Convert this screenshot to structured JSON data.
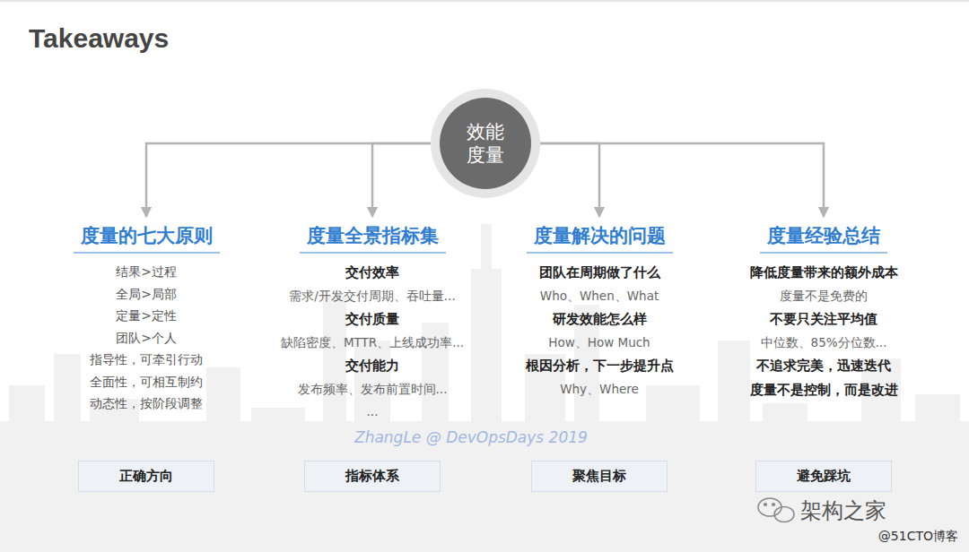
{
  "diagram": {
    "title": "Takeaways",
    "nodes": [
      {
        "text": [
          "效能 度量"
        ]
      },
      {
        "text": [
          "度量的七大原则",
          "结果>过程",
          "全局>局部",
          "定量>定性",
          "团队>个人",
          "指导性，可牵引行动",
          "全面性，可相互制约",
          "动态性，按阶段调整"
        ]
      },
      {
        "text": [
          "度量全景指标集",
          "交付效率",
          "需求/开发交付周期、吞吐量...",
          "交付质量",
          "缺陷密度、MTTR、上线成功率...",
          "交付能力",
          "发布频率、发布前置时间...",
          "..."
        ]
      },
      {
        "text": [
          "度量解决的问题",
          "团队在周期做了什么",
          "Who、When、What",
          "研发效能怎么样",
          "How、How Much",
          "根因分析，下一步提升点",
          "Why、Where"
        ]
      },
      {
        "text": [
          "度量经验总结",
          "降低度量带来的额外成本",
          "度量不是免费的",
          "不要只关注平均值",
          "中位数、85%分位数...",
          "不追求完美，迅速迭代",
          "度量不是控制，而是改进"
        ]
      },
      {
        "text": [
          "正确方向"
        ]
      },
      {
        "text": [
          "指标体系"
        ]
      },
      {
        "text": [
          "聚焦目标"
        ]
      },
      {
        "text": [
          "避免踩坑"
        ]
      }
    ],
    "edges": [
      {
        "from": 0,
        "to": 1,
        "arrow": "to"
      },
      {
        "from": 0,
        "to": 2,
        "arrow": "to"
      },
      {
        "from": 0,
        "to": 3,
        "arrow": "to"
      },
      {
        "from": 0,
        "to": 4,
        "arrow": "to"
      }
    ],
    "labels": [
      "ZhangLe @ DevOpsDays 2019",
      "架构之家",
      "@51CTO博客"
    ]
  }
}
